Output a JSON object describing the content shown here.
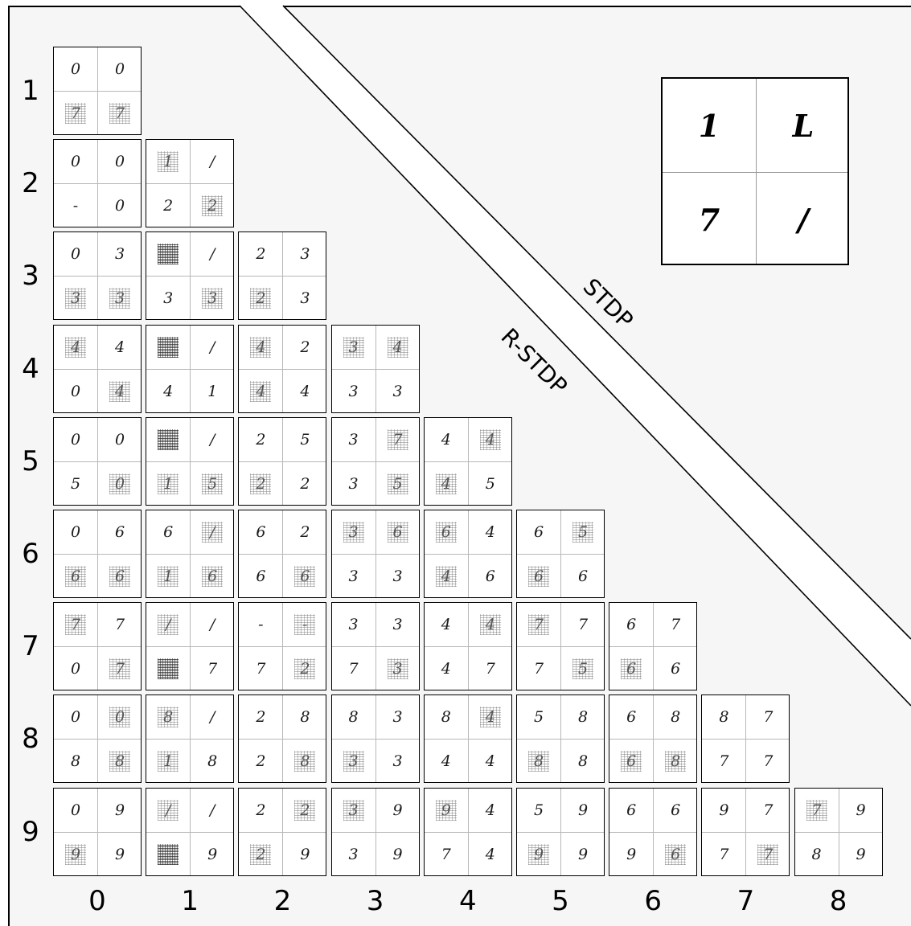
{
  "labels": {
    "band_upper": "STDP",
    "band_lower": "R-STDP",
    "rows": [
      "1",
      "2",
      "3",
      "4",
      "5",
      "6",
      "7",
      "8",
      "9"
    ],
    "cols": [
      "0",
      "1",
      "2",
      "3",
      "4",
      "5",
      "6",
      "7",
      "8"
    ]
  },
  "legend_cell": [
    "1",
    "L",
    "7",
    "/"
  ],
  "cells": [
    {
      "row": "1",
      "col": "0",
      "q": [
        "0",
        "0",
        "7",
        "7"
      ],
      "style": [
        "",
        "",
        "n",
        "n"
      ]
    },
    {
      "row": "2",
      "col": "0",
      "q": [
        "0",
        "0",
        "-",
        "0"
      ],
      "style": [
        "",
        "",
        "",
        ""
      ]
    },
    {
      "row": "2",
      "col": "1",
      "q": [
        "1",
        "/",
        "2",
        "2"
      ],
      "style": [
        "n",
        "",
        "",
        "n"
      ]
    },
    {
      "row": "3",
      "col": "0",
      "q": [
        "0",
        "3",
        "3",
        "3"
      ],
      "style": [
        "",
        "",
        "n",
        "n"
      ]
    },
    {
      "row": "3",
      "col": "1",
      "q": [
        "",
        "/",
        "3",
        "3"
      ],
      "style": [
        "d",
        "",
        "",
        "n"
      ]
    },
    {
      "row": "3",
      "col": "2",
      "q": [
        "2",
        "3",
        "2",
        "3"
      ],
      "style": [
        "",
        "",
        "n",
        ""
      ]
    },
    {
      "row": "4",
      "col": "0",
      "q": [
        "4",
        "4",
        "0",
        "4"
      ],
      "style": [
        "n",
        "",
        "",
        "n"
      ]
    },
    {
      "row": "4",
      "col": "1",
      "q": [
        "",
        "/",
        "4",
        "1"
      ],
      "style": [
        "d",
        "",
        "",
        ""
      ]
    },
    {
      "row": "4",
      "col": "2",
      "q": [
        "4",
        "2",
        "4",
        "4"
      ],
      "style": [
        "n",
        "",
        "n",
        ""
      ]
    },
    {
      "row": "4",
      "col": "3",
      "q": [
        "3",
        "4",
        "3",
        "3"
      ],
      "style": [
        "n",
        "n",
        "",
        ""
      ]
    },
    {
      "row": "5",
      "col": "0",
      "q": [
        "0",
        "0",
        "5",
        "0"
      ],
      "style": [
        "",
        "",
        "",
        "n"
      ]
    },
    {
      "row": "5",
      "col": "1",
      "q": [
        "",
        "/",
        "1",
        "5"
      ],
      "style": [
        "d",
        "",
        "n",
        "n"
      ]
    },
    {
      "row": "5",
      "col": "2",
      "q": [
        "2",
        "5",
        "2",
        "2"
      ],
      "style": [
        "",
        "",
        "n",
        ""
      ]
    },
    {
      "row": "5",
      "col": "3",
      "q": [
        "3",
        "7",
        "3",
        "5"
      ],
      "style": [
        "",
        "n",
        "",
        "n"
      ]
    },
    {
      "row": "5",
      "col": "4",
      "q": [
        "4",
        "4",
        "4",
        "5"
      ],
      "style": [
        "",
        "n",
        "n",
        ""
      ]
    },
    {
      "row": "6",
      "col": "0",
      "q": [
        "0",
        "6",
        "6",
        "6"
      ],
      "style": [
        "",
        "",
        "n",
        "n"
      ]
    },
    {
      "row": "6",
      "col": "1",
      "q": [
        "6",
        "/",
        "1",
        "6"
      ],
      "style": [
        "",
        "n",
        "n",
        "n"
      ]
    },
    {
      "row": "6",
      "col": "2",
      "q": [
        "6",
        "2",
        "6",
        "6"
      ],
      "style": [
        "",
        "",
        "",
        "n"
      ]
    },
    {
      "row": "6",
      "col": "3",
      "q": [
        "3",
        "6",
        "3",
        "3"
      ],
      "style": [
        "n",
        "n",
        "",
        ""
      ]
    },
    {
      "row": "6",
      "col": "4",
      "q": [
        "6",
        "4",
        "4",
        "6"
      ],
      "style": [
        "n",
        "",
        "n",
        ""
      ]
    },
    {
      "row": "6",
      "col": "5",
      "q": [
        "6",
        "5",
        "6",
        "6"
      ],
      "style": [
        "",
        "n",
        "n",
        ""
      ]
    },
    {
      "row": "7",
      "col": "0",
      "q": [
        "7",
        "7",
        "0",
        "7"
      ],
      "style": [
        "n",
        "",
        "",
        "n"
      ]
    },
    {
      "row": "7",
      "col": "1",
      "q": [
        "/",
        "/",
        "",
        "7"
      ],
      "style": [
        "n",
        "",
        "d",
        ""
      ]
    },
    {
      "row": "7",
      "col": "2",
      "q": [
        "-",
        "-",
        "7",
        "2"
      ],
      "style": [
        "",
        "n",
        "",
        "n"
      ]
    },
    {
      "row": "7",
      "col": "3",
      "q": [
        "3",
        "3",
        "7",
        "3"
      ],
      "style": [
        "",
        "",
        "",
        "n"
      ]
    },
    {
      "row": "7",
      "col": "4",
      "q": [
        "4",
        "4",
        "4",
        "7"
      ],
      "style": [
        "",
        "n",
        "",
        ""
      ]
    },
    {
      "row": "7",
      "col": "5",
      "q": [
        "7",
        "7",
        "7",
        "5"
      ],
      "style": [
        "n",
        "",
        "",
        "n"
      ]
    },
    {
      "row": "7",
      "col": "6",
      "q": [
        "6",
        "7",
        "6",
        "6"
      ],
      "style": [
        "",
        "",
        "n",
        ""
      ]
    },
    {
      "row": "8",
      "col": "0",
      "q": [
        "0",
        "0",
        "8",
        "8"
      ],
      "style": [
        "",
        "n",
        "",
        "n"
      ]
    },
    {
      "row": "8",
      "col": "1",
      "q": [
        "8",
        "/",
        "1",
        "8"
      ],
      "style": [
        "n",
        "",
        "n",
        ""
      ]
    },
    {
      "row": "8",
      "col": "2",
      "q": [
        "2",
        "8",
        "2",
        "8"
      ],
      "style": [
        "",
        "",
        "",
        "n"
      ]
    },
    {
      "row": "8",
      "col": "3",
      "q": [
        "8",
        "3",
        "3",
        "3"
      ],
      "style": [
        "",
        "",
        "n",
        ""
      ]
    },
    {
      "row": "8",
      "col": "4",
      "q": [
        "8",
        "4",
        "4",
        "4"
      ],
      "style": [
        "",
        "n",
        "",
        ""
      ]
    },
    {
      "row": "8",
      "col": "5",
      "q": [
        "5",
        "8",
        "8",
        "8"
      ],
      "style": [
        "",
        "",
        "n",
        ""
      ]
    },
    {
      "row": "8",
      "col": "6",
      "q": [
        "6",
        "8",
        "6",
        "8"
      ],
      "style": [
        "",
        "",
        "n",
        "n"
      ]
    },
    {
      "row": "8",
      "col": "7",
      "q": [
        "8",
        "7",
        "7",
        "7"
      ],
      "style": [
        "",
        "",
        "",
        ""
      ]
    },
    {
      "row": "9",
      "col": "0",
      "q": [
        "0",
        "9",
        "9",
        "9"
      ],
      "style": [
        "",
        "",
        "n",
        ""
      ]
    },
    {
      "row": "9",
      "col": "1",
      "q": [
        "/",
        "/",
        "",
        "9"
      ],
      "style": [
        "n",
        "",
        "d",
        ""
      ]
    },
    {
      "row": "9",
      "col": "2",
      "q": [
        "2",
        "2",
        "2",
        "9"
      ],
      "style": [
        "",
        "n",
        "n",
        ""
      ]
    },
    {
      "row": "9",
      "col": "3",
      "q": [
        "3",
        "9",
        "3",
        "9"
      ],
      "style": [
        "n",
        "",
        "",
        ""
      ]
    },
    {
      "row": "9",
      "col": "4",
      "q": [
        "9",
        "4",
        "7",
        "4"
      ],
      "style": [
        "n",
        "",
        "",
        ""
      ]
    },
    {
      "row": "9",
      "col": "5",
      "q": [
        "5",
        "9",
        "9",
        "9"
      ],
      "style": [
        "",
        "",
        "n",
        ""
      ]
    },
    {
      "row": "9",
      "col": "6",
      "q": [
        "6",
        "6",
        "9",
        "6"
      ],
      "style": [
        "",
        "",
        "",
        "n"
      ]
    },
    {
      "row": "9",
      "col": "7",
      "q": [
        "9",
        "7",
        "7",
        "7"
      ],
      "style": [
        "",
        "",
        "",
        "n"
      ]
    },
    {
      "row": "9",
      "col": "8",
      "q": [
        "7",
        "9",
        "8",
        "9"
      ],
      "style": [
        "n",
        "",
        "",
        ""
      ]
    }
  ]
}
